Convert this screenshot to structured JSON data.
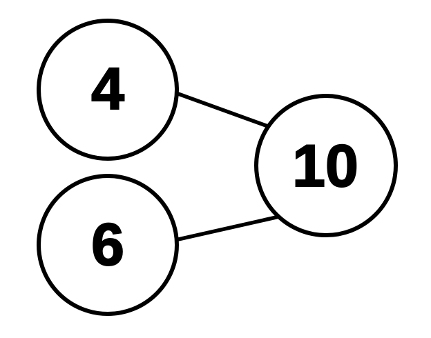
{
  "diagram": {
    "type": "number-bond",
    "nodes": [
      {
        "id": "part-top",
        "value": "4"
      },
      {
        "id": "part-bottom",
        "value": "6"
      },
      {
        "id": "whole",
        "value": "10"
      }
    ],
    "edges": [
      {
        "from": "part-top",
        "to": "whole"
      },
      {
        "from": "part-bottom",
        "to": "whole"
      }
    ],
    "colors": {
      "stroke": "#000000",
      "node_fill": "#ffffff",
      "text": "#000000",
      "background": "#ffffff"
    }
  }
}
